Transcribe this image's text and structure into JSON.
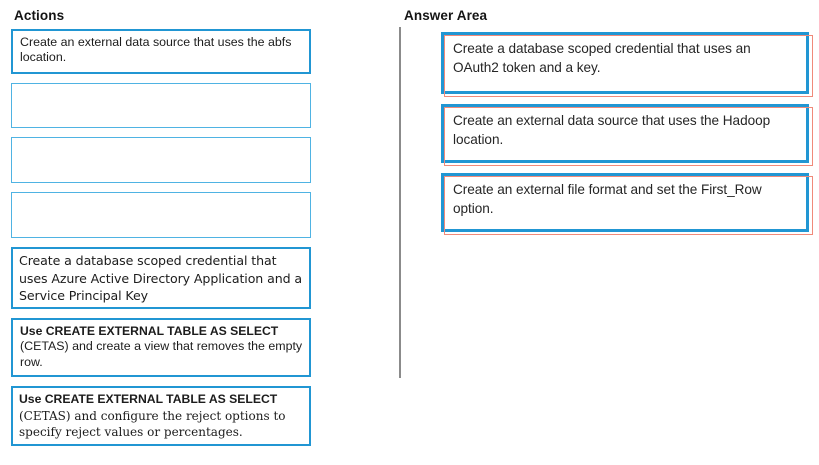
{
  "columns": {
    "actions_title": "Actions",
    "answer_title": "Answer Area"
  },
  "actions": {
    "items": [
      {
        "text": "Create an external data source that uses the abfs location.",
        "empty": false
      },
      {
        "text": "",
        "empty": true
      },
      {
        "text": "",
        "empty": true
      },
      {
        "text": "",
        "empty": true
      },
      {
        "text": "Create a database scoped credential that uses Azure Active Directory Application and a Service Principal Key",
        "empty": false
      },
      {
        "line1": "Use CREATE EXTERNAL TABLE AS SELECT",
        "line2": "(CETAS) and create a view that removes the empty row.",
        "empty": false
      },
      {
        "line1": "Use CREATE EXTERNAL TABLE AS SELECT",
        "line2": "(CETAS) and configure the reject options to specify reject values or percentages.",
        "empty": false
      }
    ]
  },
  "answer_area": {
    "items": [
      {
        "text": "Create a database scoped credential that uses an OAuth2 token and a key."
      },
      {
        "text": "Create an external data source that uses the Hadoop location."
      },
      {
        "text": "Create an external file format and set the First_Row option."
      }
    ]
  },
  "colors": {
    "box_border_blue": "#2196d3",
    "box_border_light_blue": "#4fb3e3",
    "highlight_red": "#f08a7a",
    "divider_gray": "#8b8b8b",
    "text": "#1c1c1c",
    "background": "#ffffff"
  }
}
